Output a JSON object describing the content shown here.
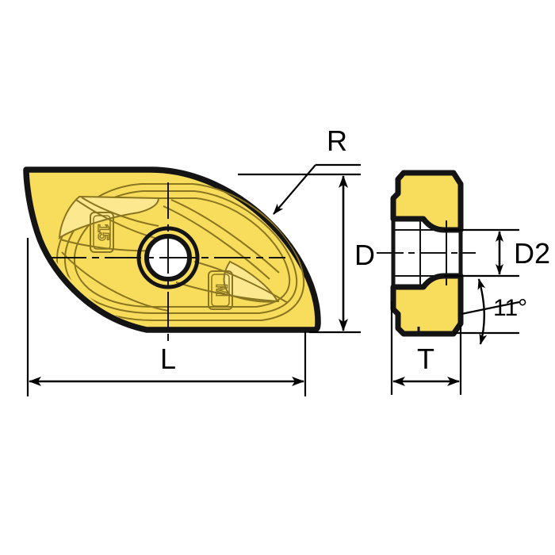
{
  "drawing": {
    "title": "Milling insert dimensional drawing",
    "views": [
      {
        "name": "top-view",
        "label": ""
      },
      {
        "name": "side-view",
        "label": ""
      }
    ],
    "colors": {
      "insert_fill": "#F8DC5C",
      "insert_fill_light": "#FBE88F",
      "outline": "#141414",
      "detail_line": "#8a7520",
      "dimension_line": "#000000",
      "background": "#FFFFFF"
    }
  },
  "dimensions": {
    "length": {
      "key": "L",
      "label": "L",
      "view": "top-view",
      "orientation": "horizontal"
    },
    "diameter": {
      "key": "D",
      "label": "D",
      "view": "top-view",
      "orientation": "vertical"
    },
    "corner_radius": {
      "key": "R",
      "label": "R",
      "view": "top-view",
      "orientation": "leader"
    },
    "thickness": {
      "key": "T",
      "label": "T",
      "view": "side-view",
      "orientation": "horizontal"
    },
    "bore_diameter": {
      "key": "D2",
      "label": "D2",
      "view": "side-view",
      "orientation": "vertical"
    },
    "clearance_angle": {
      "key": "angle",
      "label": "11°",
      "view": "side-view",
      "orientation": "angular"
    }
  },
  "markings": [
    {
      "id": "grade-marking",
      "text": "15",
      "rotation": 90
    },
    {
      "id": "geometry-marking",
      "text": "M",
      "rotation": 90
    }
  ]
}
